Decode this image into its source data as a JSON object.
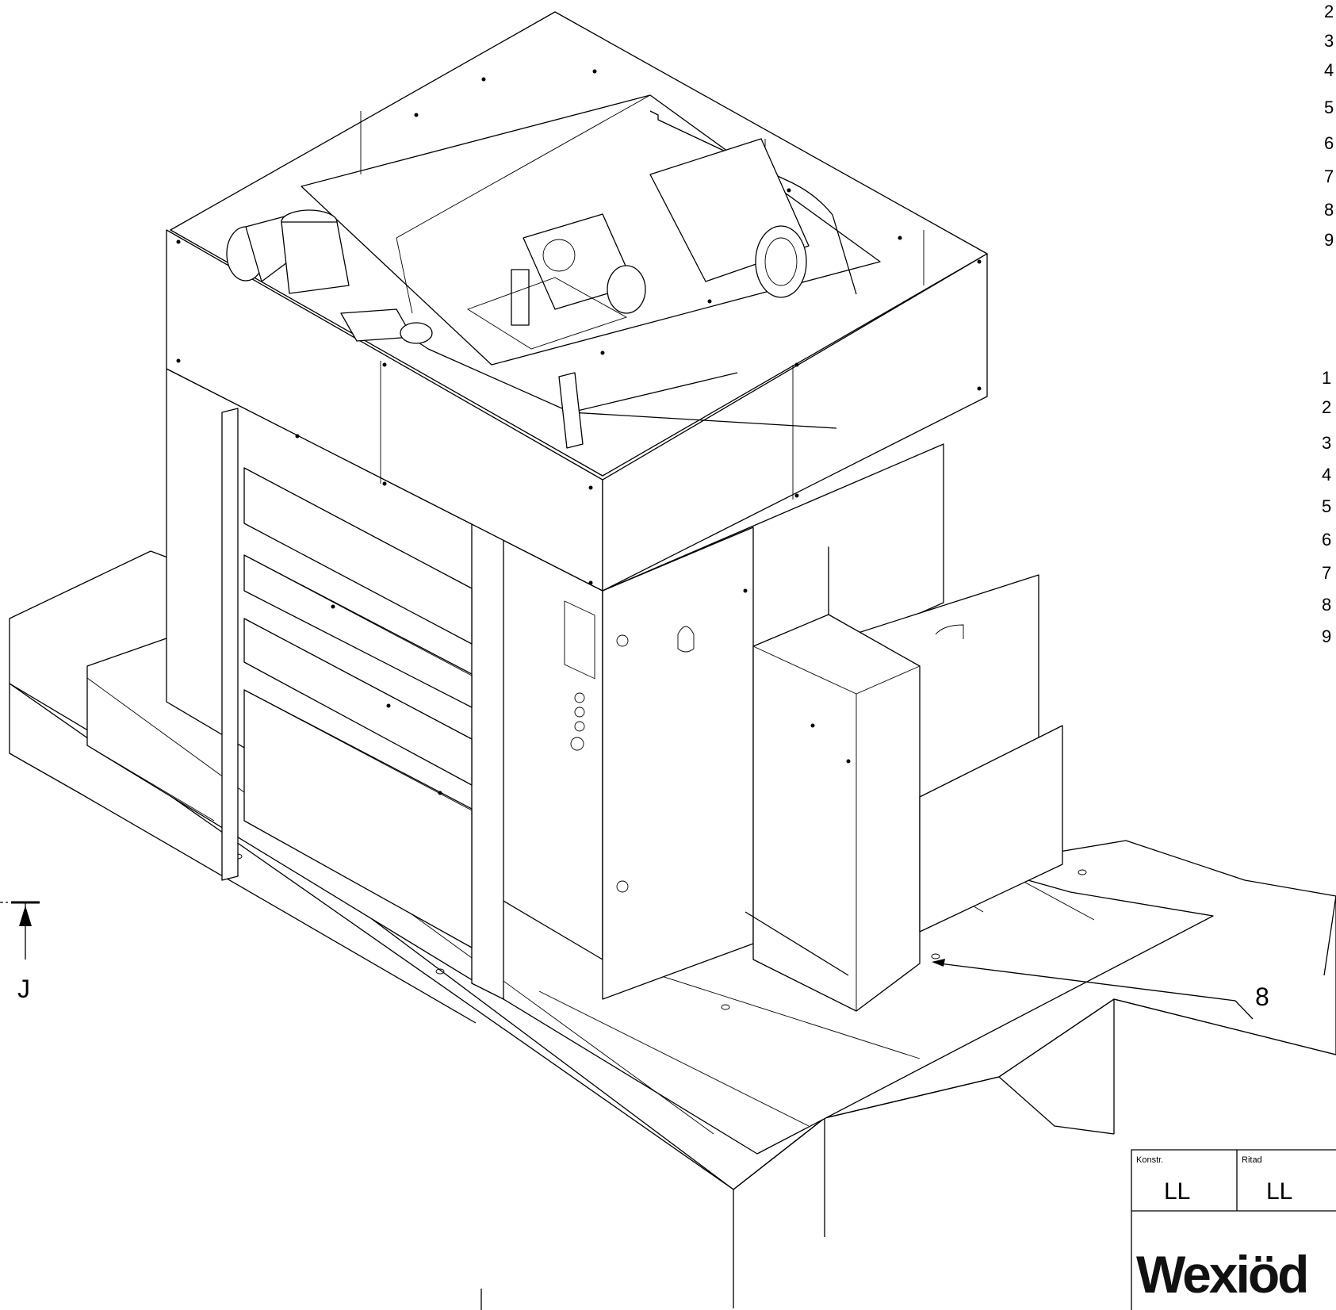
{
  "drawing": {
    "view_label": "J",
    "balloon": "8",
    "row_numbers_top": [
      "2",
      "3",
      "4",
      "5",
      "6",
      "7",
      "8",
      "9"
    ],
    "row_numbers_bottom": [
      "1",
      "2",
      "3",
      "4",
      "5",
      "6",
      "7",
      "8",
      "9"
    ]
  },
  "title_block": {
    "designed_label": "Konstr.",
    "designed_value": "LL",
    "drawn_label": "Ritad",
    "drawn_value": "LL",
    "brand": "Wexiöd"
  }
}
